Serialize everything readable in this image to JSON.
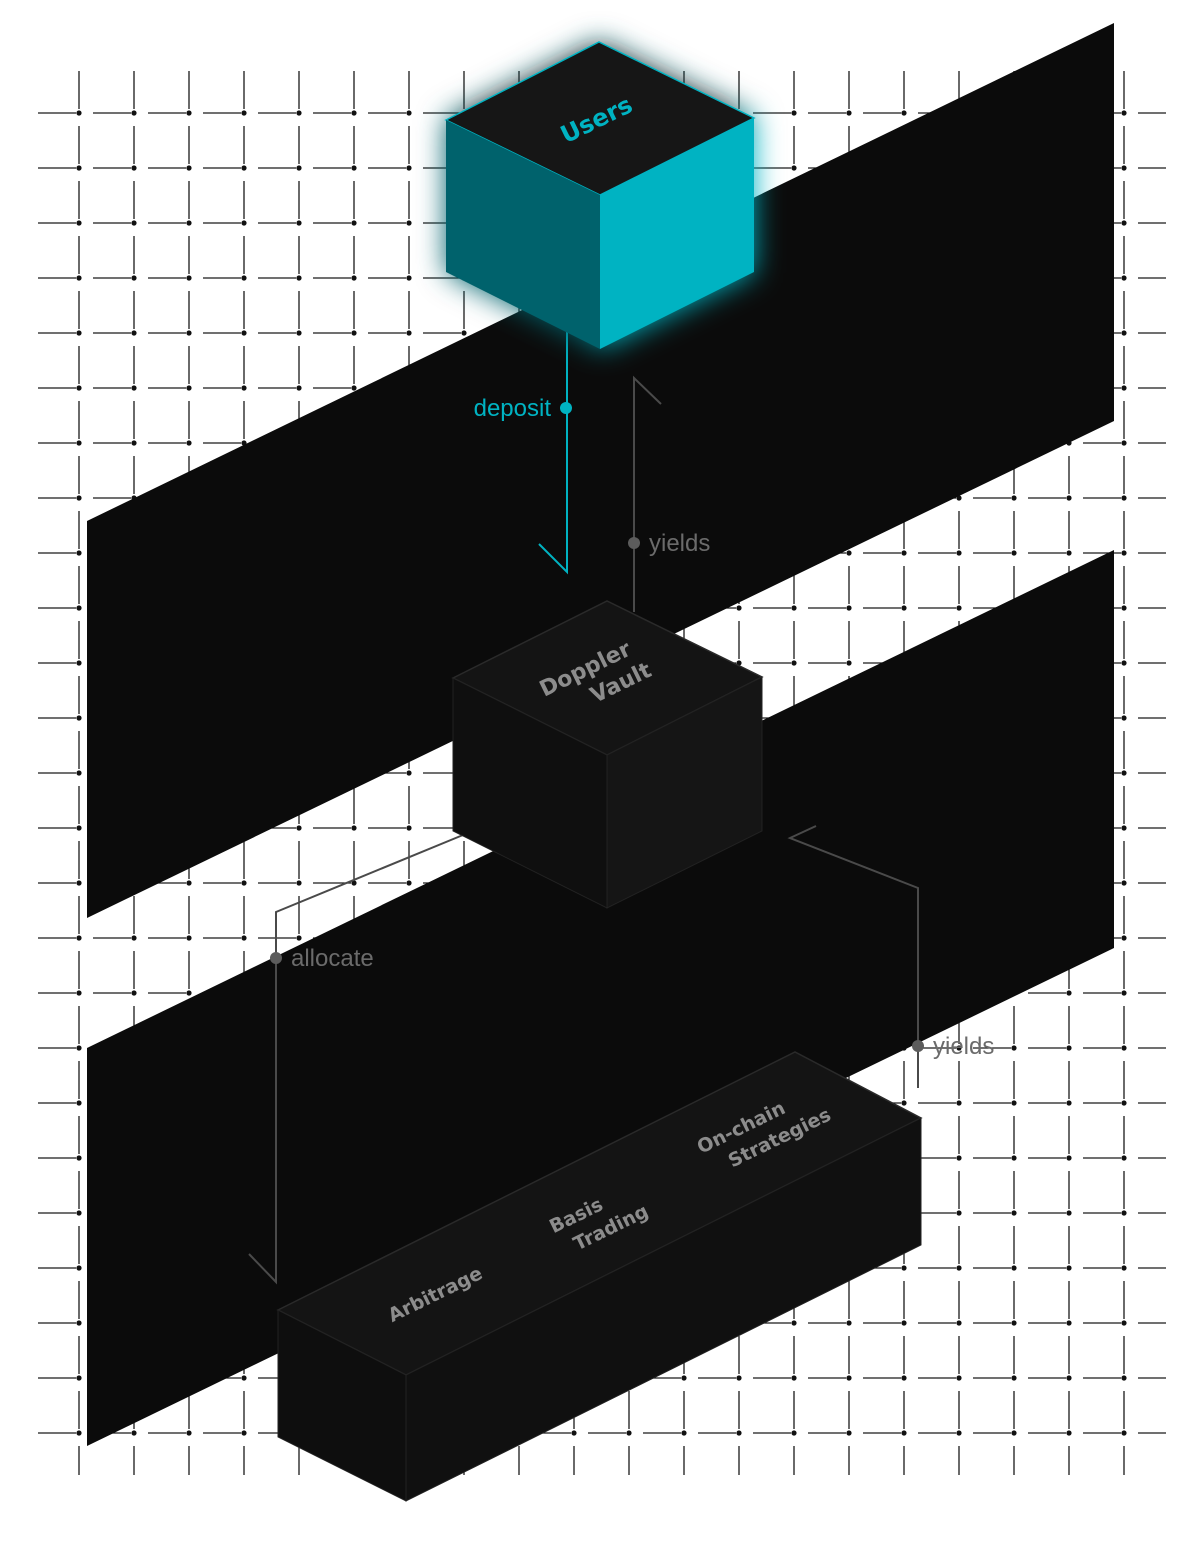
{
  "diagram": {
    "nodes": {
      "users": {
        "label": "Users"
      },
      "vault": {
        "line1": "Doppler",
        "line2": "Vault"
      },
      "strategies": {
        "arbitrage": "Arbitrage",
        "basis_line1": "Basis",
        "basis_line2": "Trading",
        "onchain_line1": "On-chain",
        "onchain_line2": "Strategies"
      }
    },
    "edges": {
      "deposit": "deposit",
      "yields_to_users": "yields",
      "allocate": "allocate",
      "yields_to_vault": "yields"
    }
  },
  "colors": {
    "accent": "#00b3c2",
    "accent_dark": "#00626c",
    "panel": "#0b0b0b",
    "box": "#141414",
    "muted_text": "#6b6b6b",
    "box_text": "#8c8c8c"
  }
}
